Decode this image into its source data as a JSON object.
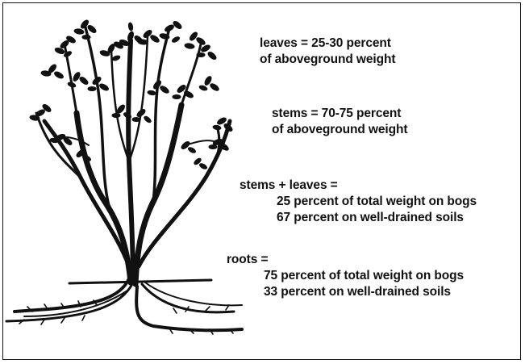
{
  "annotations": {
    "leaves": {
      "line1": "leaves = 25-30 percent",
      "line2": "of aboveground weight"
    },
    "stems": {
      "line1": "stems = 70-75 percent",
      "line2": "of aboveground weight"
    },
    "stems_leaves": {
      "line1": "stems + leaves =",
      "line2": "25 percent of total weight on bogs",
      "line3": "67 percent on well-drained soils"
    },
    "roots": {
      "line1": "roots =",
      "line2": "75 percent of total weight on bogs",
      "line3": "33 percent on well-drained soils"
    }
  },
  "colors": {
    "ink": "#111111",
    "background": "#ffffff"
  }
}
